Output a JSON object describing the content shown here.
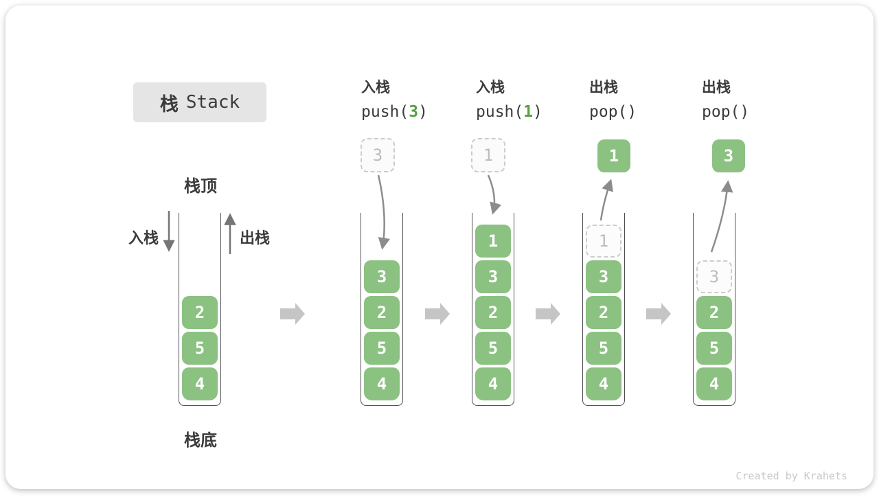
{
  "title": {
    "cjk": "栈",
    "en": "Stack"
  },
  "side_labels": {
    "top": "栈顶",
    "bottom": "栈底",
    "push": "入栈",
    "pop": "出栈"
  },
  "ops": [
    {
      "label_cjk": "入栈",
      "code_pre": "push(",
      "code_arg": "3",
      "code_post": ")"
    },
    {
      "label_cjk": "入栈",
      "code_pre": "push(",
      "code_arg": "1",
      "code_post": ")"
    },
    {
      "label_cjk": "出栈",
      "code_pre": "pop(",
      "code_arg": "",
      "code_post": ")"
    },
    {
      "label_cjk": "出栈",
      "code_pre": "pop(",
      "code_arg": "",
      "code_post": ")"
    }
  ],
  "stacks": [
    {
      "cells": [
        "2",
        "5",
        "4"
      ]
    },
    {
      "cells": [
        "3",
        "2",
        "5",
        "4"
      ],
      "incoming": "3"
    },
    {
      "cells": [
        "1",
        "3",
        "2",
        "5",
        "4"
      ],
      "incoming": "1"
    },
    {
      "cells": [
        "3",
        "2",
        "5",
        "4"
      ],
      "ghost": "1",
      "popped": "1"
    },
    {
      "cells": [
        "2",
        "5",
        "4"
      ],
      "ghost": "3",
      "popped": "3"
    }
  ],
  "watermark": "Created by Krahets",
  "colors": {
    "cell_green": "#8bc181",
    "accent_green": "#56a046",
    "ghost_gray": "#bdbdbd",
    "dashed_border": "#cccccc",
    "curve_arrow_gray": "#8c8c8c",
    "block_arrow_gray": "#c5c5c5",
    "vessel_stroke": "#4f4f4f",
    "title_bg": "#e5e5e5",
    "text_dark": "#3b3b3b",
    "watermark_gray": "#c9c9c9"
  }
}
